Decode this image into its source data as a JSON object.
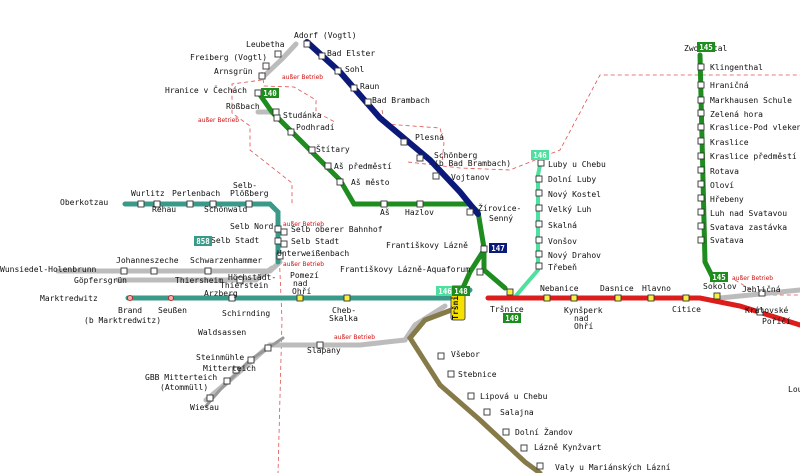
{
  "colors": {
    "green": "#1e8c1e",
    "navy": "#0b1a7a",
    "teal": "#3a9a8a",
    "light_green": "#4fe0a0",
    "red": "#dd1c1c",
    "grey": "#bcbcbc",
    "olive": "#857a48",
    "bright_green": "#2ec35a",
    "station_fill": "#ffffff",
    "station_yellow": "#f6f040",
    "cheb_yellow": "#f6e000",
    "closed_red": "#d01010"
  },
  "badges": [
    {
      "id": "140",
      "text": "140",
      "style": "green"
    },
    {
      "id": "145-top",
      "text": "145",
      "style": "green"
    },
    {
      "id": "145-sokolov",
      "text": "145",
      "style": "green"
    },
    {
      "id": "146",
      "text": "146",
      "style": "light"
    },
    {
      "id": "146b",
      "text": "146",
      "style": "light"
    },
    {
      "id": "147",
      "text": "147",
      "style": "navy"
    },
    {
      "id": "148",
      "text": "148",
      "style": "green"
    },
    {
      "id": "149",
      "text": "149",
      "style": "green"
    },
    {
      "id": "858",
      "text": "858",
      "style": "teal"
    }
  ],
  "closed_label": "außer Betrieb",
  "labels": [
    {
      "id": "adorf",
      "text": "Adorf (Vogtl)"
    },
    {
      "id": "leubetha",
      "text": "Leubetha"
    },
    {
      "id": "freiberg",
      "text": "Freiberg (Vogtl)"
    },
    {
      "id": "arnsgruen",
      "text": "Arnsgrün"
    },
    {
      "id": "bad-elster",
      "text": "Bad Elster"
    },
    {
      "id": "sohl",
      "text": "Sohl"
    },
    {
      "id": "raun",
      "text": "Raun"
    },
    {
      "id": "bad-brambach",
      "text": "Bad Brambach"
    },
    {
      "id": "hranice",
      "text": "Hranice v Čechách"
    },
    {
      "id": "rossbach",
      "text": "Roßbach"
    },
    {
      "id": "studanka",
      "text": "Studánka"
    },
    {
      "id": "podhradi",
      "text": "Podhradí"
    },
    {
      "id": "plesna",
      "text": "Plesná"
    },
    {
      "id": "stitary",
      "text": "Štítary"
    },
    {
      "id": "as-predmesti",
      "text": "Aš předměstí"
    },
    {
      "id": "schoenberg",
      "text": "Schönberg"
    },
    {
      "id": "schoenberg2",
      "text": "(b Bad Brambach)"
    },
    {
      "id": "vojtanov",
      "text": "Vojtanov"
    },
    {
      "id": "as-mesto",
      "text": "Aš město"
    },
    {
      "id": "selb-ploessberg",
      "text": "Selb-"
    },
    {
      "id": "selb-ploessberg2",
      "text": "Plößberg"
    },
    {
      "id": "wurlitz",
      "text": "Wurlitz"
    },
    {
      "id": "perlenbach",
      "text": "Perlenbach"
    },
    {
      "id": "oberkotzau",
      "text": "Oberkotzau"
    },
    {
      "id": "rehau",
      "text": "Rehau"
    },
    {
      "id": "schoenwald",
      "text": "Schönwald"
    },
    {
      "id": "as",
      "text": "Aš"
    },
    {
      "id": "hazlov",
      "text": "Hazlov"
    },
    {
      "id": "zirovice",
      "text": "Žírovice-"
    },
    {
      "id": "zirovice2",
      "text": "Senný"
    },
    {
      "id": "selb-nord",
      "text": "Selb Nord"
    },
    {
      "id": "selb-oberer",
      "text": "Selb oberer Bahnhof"
    },
    {
      "id": "selb-stadt-l",
      "text": "Selb Stadt"
    },
    {
      "id": "selb-stadt-r",
      "text": "Selb Stadt"
    },
    {
      "id": "frant-lazne",
      "text": "Františkovy Lázně"
    },
    {
      "id": "unterweissenbach",
      "text": "Unterweißenbach"
    },
    {
      "id": "wunsiedel",
      "text": "Wunsiedel-Holenbrunn"
    },
    {
      "id": "johanneszeche",
      "text": "Johanneszeche"
    },
    {
      "id": "schwarzenhammer",
      "text": "Schwarzenhammer"
    },
    {
      "id": "goepfersgruen",
      "text": "Göpfersgrün"
    },
    {
      "id": "thiersheim",
      "text": "Thiersheim"
    },
    {
      "id": "hoechstaedt",
      "text": "Höchstädt-"
    },
    {
      "id": "hoechstaedt2",
      "text": "Thierstein"
    },
    {
      "id": "frant-aqua",
      "text": "Františkovy Lázně-Aquaforum"
    },
    {
      "id": "arzberg",
      "text": "Arzberg"
    },
    {
      "id": "pomezi",
      "text": "Pomezí"
    },
    {
      "id": "pomezi2",
      "text": "nad"
    },
    {
      "id": "pomezi3",
      "text": "Ohří"
    },
    {
      "id": "marktredwitz",
      "text": "Marktredwitz"
    },
    {
      "id": "brand",
      "text": "Brand"
    },
    {
      "id": "brand2",
      "text": "(b Marktredwitz)"
    },
    {
      "id": "seussen",
      "text": "Seußen"
    },
    {
      "id": "schirnding",
      "text": "Schirnding"
    },
    {
      "id": "cheb-skalka",
      "text": "Cheb-"
    },
    {
      "id": "cheb-skalka2",
      "text": "Skalka"
    },
    {
      "id": "cheb",
      "text": "Cheb"
    },
    {
      "id": "trsnice",
      "text": "Tršnice"
    },
    {
      "id": "nebanice",
      "text": "Nebanice"
    },
    {
      "id": "kynsperk",
      "text": "Kynšperk"
    },
    {
      "id": "kynsperk2",
      "text": "nad"
    },
    {
      "id": "kynsperk3",
      "text": "Ohří"
    },
    {
      "id": "dasnice",
      "text": "Dasnice"
    },
    {
      "id": "hlavno",
      "text": "Hlavno"
    },
    {
      "id": "citice",
      "text": "Citice"
    },
    {
      "id": "sokolov",
      "text": "Sokolov"
    },
    {
      "id": "jehlicna",
      "text": "Jehličná"
    },
    {
      "id": "kralovske",
      "text": "Královské"
    },
    {
      "id": "kralovske2",
      "text": "Poříčí"
    },
    {
      "id": "luby",
      "text": "Luby u Chebu"
    },
    {
      "id": "dolni-luby",
      "text": "Dolní Luby"
    },
    {
      "id": "novy-kostel",
      "text": "Nový Kostel"
    },
    {
      "id": "velky-luh",
      "text": "Velký Luh"
    },
    {
      "id": "skalna",
      "text": "Skalná"
    },
    {
      "id": "vonsov",
      "text": "Vonšov"
    },
    {
      "id": "novy-drahov",
      "text": "Nový Drahov"
    },
    {
      "id": "trebien",
      "text": "Třebeň"
    },
    {
      "id": "zwotental",
      "text": "Zwotental"
    },
    {
      "id": "klingenthal",
      "text": "Klingenthal"
    },
    {
      "id": "hranicna",
      "text": "Hraničná"
    },
    {
      "id": "markhausen",
      "text": "Markhausen Schule"
    },
    {
      "id": "zelena-hora",
      "text": "Zelená hora"
    },
    {
      "id": "kraslice-pod",
      "text": "Kraslice-Pod vleken"
    },
    {
      "id": "kraslice",
      "text": "Kraslice"
    },
    {
      "id": "kraslice-pred",
      "text": "Kraslice předměstí"
    },
    {
      "id": "rotava",
      "text": "Rotava"
    },
    {
      "id": "olovi",
      "text": "Oloví"
    },
    {
      "id": "hrebeny",
      "text": "Hřebeny"
    },
    {
      "id": "luh",
      "text": "Luh nad Svatavou"
    },
    {
      "id": "svatava-z",
      "text": "Svatava zastávka"
    },
    {
      "id": "svatava",
      "text": "Svatava"
    },
    {
      "id": "waldsassen",
      "text": "Waldsassen"
    },
    {
      "id": "steinmuehle",
      "text": "Steinmühle"
    },
    {
      "id": "mitterteich",
      "text": "Mitterteich"
    },
    {
      "id": "gbb",
      "text": "GBB Mitterteich"
    },
    {
      "id": "gbb2",
      "text": "(Atommüll)"
    },
    {
      "id": "wiesau",
      "text": "Wiesau"
    },
    {
      "id": "slapany",
      "text": "Slapany"
    },
    {
      "id": "vsebor",
      "text": "Všebor"
    },
    {
      "id": "stebnice",
      "text": "Stebnice"
    },
    {
      "id": "lipova",
      "text": "Lipová u Chebu"
    },
    {
      "id": "salajna",
      "text": "Salajna"
    },
    {
      "id": "dolni-zandov",
      "text": "Dolní Žandov"
    },
    {
      "id": "lazne-kynzvart",
      "text": "Lázně Kynžvart"
    },
    {
      "id": "valy",
      "text": "Valy u Mariánských Lázní"
    },
    {
      "id": "lou",
      "text": "Lou"
    }
  ]
}
